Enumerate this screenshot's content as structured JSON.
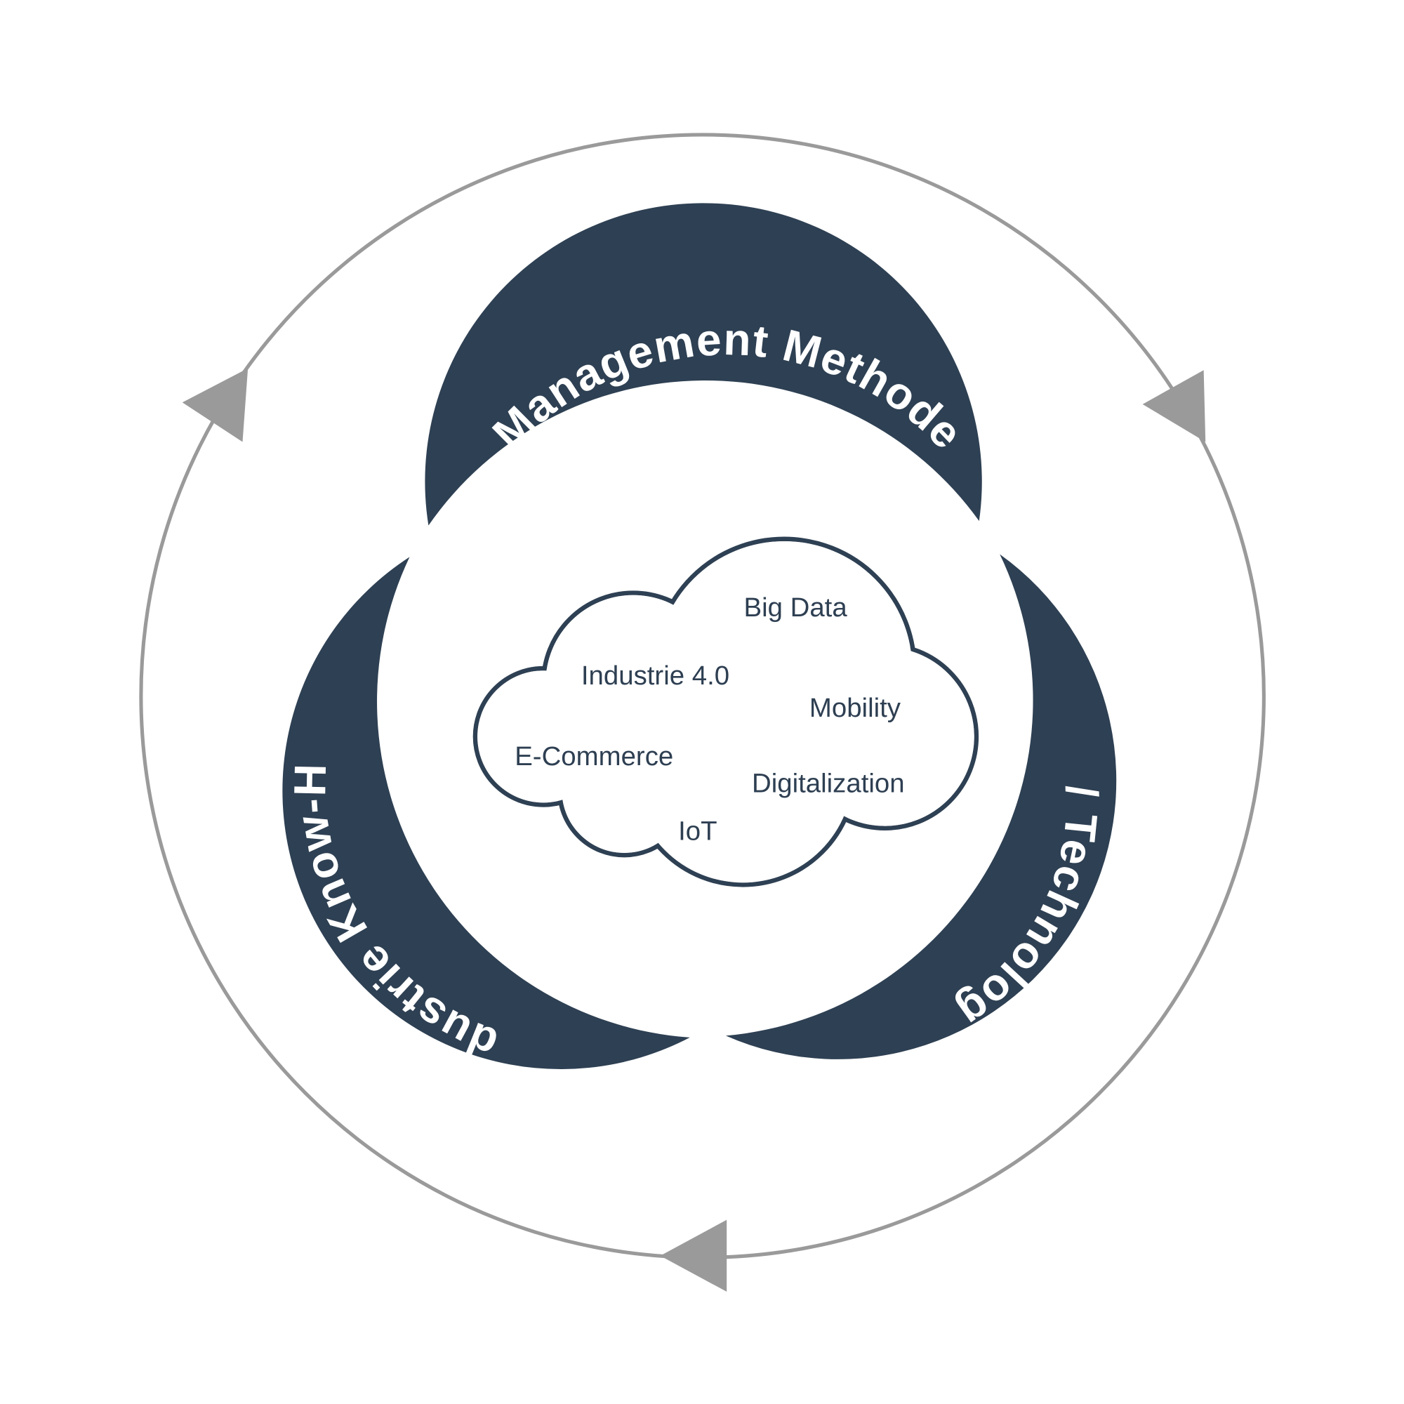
{
  "colors": {
    "segment_fill": "#2e4053",
    "cycle_ring": "#9a9a9a",
    "cloud_stroke": "#2e4053",
    "background": "#ffffff"
  },
  "segments": {
    "top": "Management Methode",
    "right": "IT / Technologie",
    "left": "Industrie Know-How"
  },
  "cloud": {
    "terms": {
      "big_data": "Big Data",
      "industrie": "Industrie 4.0",
      "mobility": "Mobility",
      "ecommerce": "E-Commerce",
      "digitalization": "Digitalization",
      "iot": "IoT"
    }
  },
  "cycle": {
    "direction": "counter-clockwise",
    "arrow_icons": [
      "arrowhead-left-icon",
      "arrowhead-right-icon",
      "arrowhead-bottom-icon"
    ]
  }
}
